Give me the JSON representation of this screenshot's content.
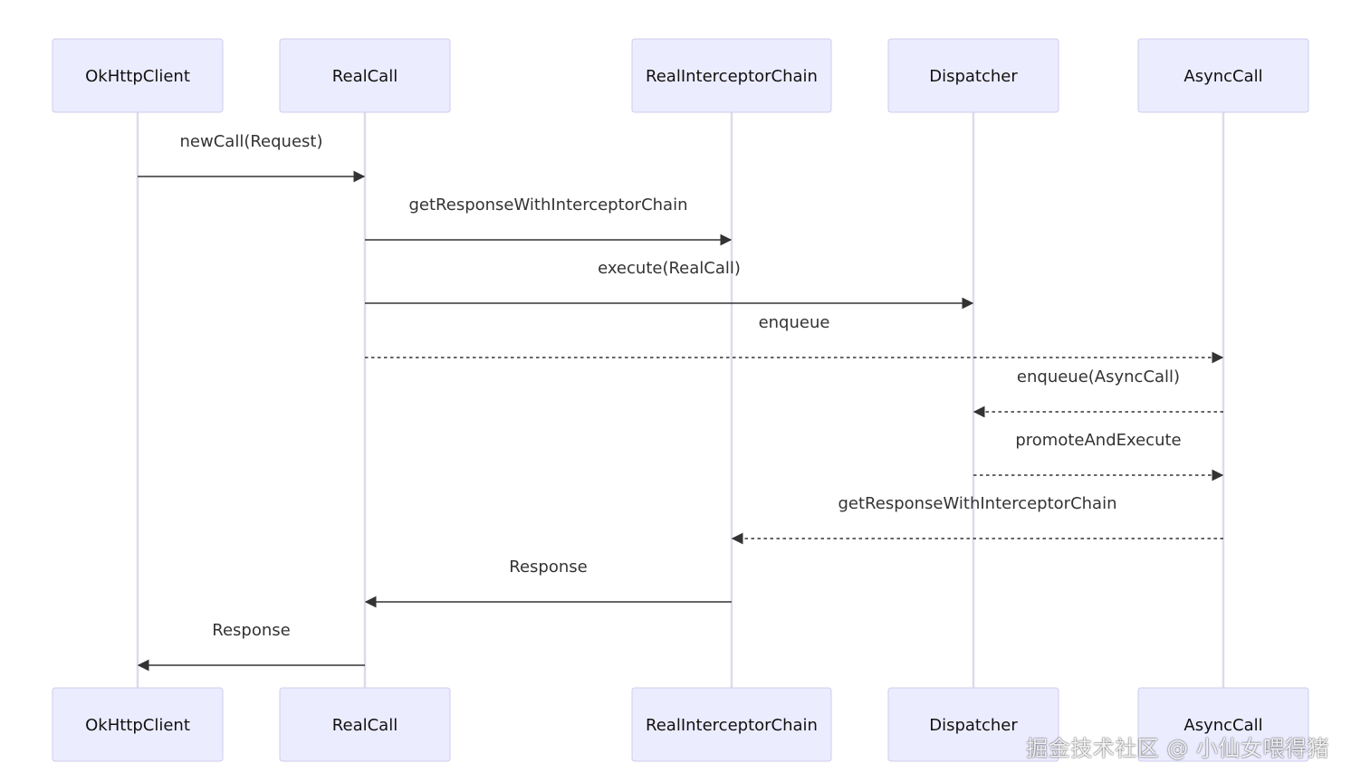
{
  "diagram": {
    "type": "sequence",
    "participants": [
      {
        "id": "okhttpclient",
        "label": "OkHttpClient"
      },
      {
        "id": "realcall",
        "label": "RealCall"
      },
      {
        "id": "realinterceptorchain",
        "label": "RealInterceptorChain"
      },
      {
        "id": "dispatcher",
        "label": "Dispatcher"
      },
      {
        "id": "asynccall",
        "label": "AsyncCall"
      }
    ],
    "messages": [
      {
        "from": "okhttpclient",
        "to": "realcall",
        "label": "newCall(Request)",
        "style": "solid"
      },
      {
        "from": "realcall",
        "to": "realinterceptorchain",
        "label": "getResponseWithInterceptorChain",
        "style": "solid"
      },
      {
        "from": "realcall",
        "to": "dispatcher",
        "label": "execute(RealCall)",
        "style": "solid"
      },
      {
        "from": "realcall",
        "to": "asynccall",
        "label": "enqueue",
        "style": "dashed"
      },
      {
        "from": "asynccall",
        "to": "dispatcher",
        "label": "enqueue(AsyncCall)",
        "style": "dashed"
      },
      {
        "from": "dispatcher",
        "to": "asynccall",
        "label": "promoteAndExecute",
        "style": "dashed"
      },
      {
        "from": "asynccall",
        "to": "realinterceptorchain",
        "label": "getResponseWithInterceptorChain",
        "style": "dashed"
      },
      {
        "from": "realinterceptorchain",
        "to": "realcall",
        "label": "Response",
        "style": "solid"
      },
      {
        "from": "realcall",
        "to": "okhttpclient",
        "label": "Response",
        "style": "solid"
      }
    ],
    "colors": {
      "actor_fill": "#ECECFF",
      "actor_stroke": "#CCCCEE",
      "lifeline": "#DCDCEA",
      "message": "#333333"
    }
  },
  "watermark": "掘金技术社区 @ 小仙女喂得猪"
}
